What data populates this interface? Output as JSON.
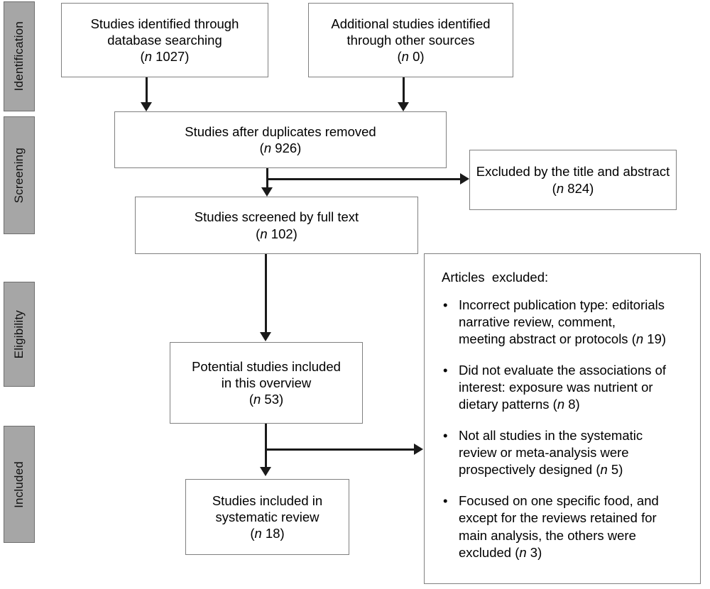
{
  "diagram": {
    "type": "prisma-flow-diagram",
    "stages": [
      {
        "label": "Identification"
      },
      {
        "label": "Screening"
      },
      {
        "label": "Eligibility"
      },
      {
        "label": "Included"
      }
    ],
    "nodes": {
      "database_searching": {
        "line1": "Studies identified through",
        "line2": "database searching",
        "n_prefix": "(",
        "n_symbol": "n",
        "n_value": " 1027)"
      },
      "other_sources": {
        "line1": "Additional studies identified",
        "line2": "through other sources",
        "n_prefix": "(",
        "n_symbol": "n",
        "n_value": " 0)"
      },
      "duplicates_removed": {
        "line1": "Studies after duplicates removed",
        "n_prefix": "(",
        "n_symbol": "n",
        "n_value": " 926)"
      },
      "excluded_title_abstract": {
        "line1": "Excluded by the title and abstract",
        "n_prefix": "(",
        "n_symbol": "n",
        "n_value": " 824)"
      },
      "screened_full_text": {
        "line1": "Studies screened by full text",
        "n_prefix": "(",
        "n_symbol": "n",
        "n_value": " 102)"
      },
      "potential_studies": {
        "line1": "Potential studies included",
        "line2": "in this overview",
        "n_prefix": "(",
        "n_symbol": "n",
        "n_value": " 53)"
      },
      "included_systematic_review": {
        "line1": "Studies included in",
        "line2": "systematic review",
        "n_prefix": "(",
        "n_symbol": "n",
        "n_value": " 18)"
      }
    },
    "excluded_panel": {
      "title": "Articles  excluded:",
      "bullet_glyph": "•",
      "items": [
        {
          "line1": "Incorrect publication type: editorials",
          "line2": "narrative review, comment,",
          "line3": "meeting abstract or protocols (",
          "n_symbol": "n",
          "n_value": " 19)"
        },
        {
          "line1": "Did not evaluate the associations of",
          "line2": "interest: exposure was nutrient or",
          "line3": "dietary patterns (",
          "n_symbol": "n",
          "n_value": " 8)"
        },
        {
          "line1": "Not all studies in the systematic",
          "line2": "review or meta-analysis were",
          "line3": "prospectively designed (",
          "n_symbol": "n",
          "n_value": " 5)"
        },
        {
          "line1": "Focused on one specific food, and",
          "line2": "except for the reviews retained for",
          "line3": "main analysis, the others were",
          "line4": "excluded (",
          "n_symbol": "n",
          "n_value": " 3)"
        }
      ]
    },
    "colors": {
      "stage_fill": "#a6a6a6",
      "stage_border": "#6e6e6e",
      "node_border": "#808080",
      "connector": "#1a1a1a",
      "background": "#ffffff",
      "text": "#000000"
    }
  }
}
